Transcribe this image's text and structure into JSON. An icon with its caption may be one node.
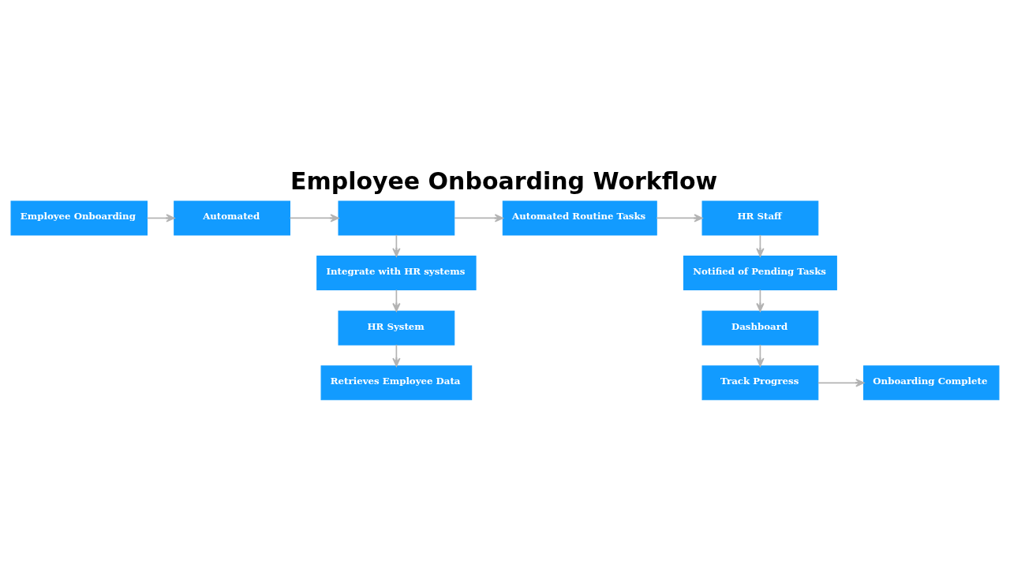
{
  "diagram": {
    "title": "Employee Onboarding Workflow",
    "nodes": [
      {
        "text": [
          "Employee Onboarding"
        ]
      },
      {
        "text": [
          "Automated"
        ]
      },
      {
        "text": [],
        "shape": "box"
      },
      {
        "text": [
          "Integrate with HR systems"
        ]
      },
      {
        "text": [
          "HR System"
        ]
      },
      {
        "text": [
          "Retrieves Employee Data"
        ]
      },
      {
        "text": [
          "Automated Routine Tasks"
        ]
      },
      {
        "text": [
          "HR Staff"
        ]
      },
      {
        "text": [
          "Notified of Pending Tasks"
        ]
      },
      {
        "text": [
          "Dashboard"
        ]
      },
      {
        "text": [
          "Track Progress"
        ]
      },
      {
        "text": [
          "Onboarding Complete"
        ]
      }
    ],
    "edges": [
      {
        "from": 0,
        "to": 1,
        "arrow": "to"
      },
      {
        "from": 1,
        "to": 2,
        "arrow": "to"
      },
      {
        "from": 2,
        "to": 3,
        "arrow": "to"
      },
      {
        "from": 3,
        "to": 4,
        "arrow": "to"
      },
      {
        "from": 4,
        "to": 5,
        "arrow": "to"
      },
      {
        "from": 2,
        "to": 6,
        "arrow": "to"
      },
      {
        "from": 6,
        "to": 7,
        "arrow": "to"
      },
      {
        "from": 7,
        "to": 8,
        "arrow": "to"
      },
      {
        "from": 8,
        "to": 9,
        "arrow": "to"
      },
      {
        "from": 9,
        "to": 10,
        "arrow": "to"
      },
      {
        "from": 10,
        "to": 11,
        "arrow": "to"
      }
    ]
  }
}
